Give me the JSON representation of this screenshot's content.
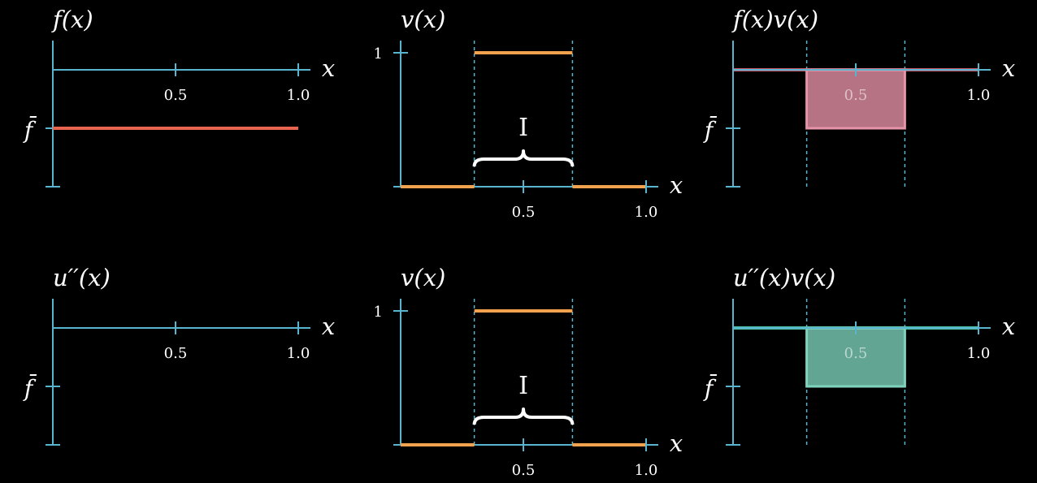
{
  "colors": {
    "background": "#000000",
    "axis": "#58b4cf",
    "f_line": "#e8644f",
    "v_line": "#f0a24f",
    "product_line_top": "#c9586a",
    "product_fill_top": "#e894a8",
    "product_line_bottom": "#4fc3a6",
    "product_fill_bottom": "#7fd3bd",
    "text": "#ffffff"
  },
  "x_axis": {
    "label": "x",
    "tick_labels": [
      "0.5",
      "1.0"
    ],
    "ticks": [
      0.5,
      1.0
    ]
  },
  "fbar_label": "f̄",
  "interval_label": "I",
  "interval": [
    0.3,
    0.7
  ],
  "panels": [
    {
      "id": "f",
      "title": "f(x)",
      "row": 0,
      "col": 0,
      "y_tick_label": "f̄",
      "series": "constant",
      "value_label": "f̄"
    },
    {
      "id": "v_top",
      "title": "v(x)",
      "row": 0,
      "col": 1,
      "y_tick_label": "1",
      "series": "indicator"
    },
    {
      "id": "fv",
      "title": "f(x)v(x)",
      "row": 0,
      "col": 2,
      "y_tick_label": "f̄",
      "series": "product"
    },
    {
      "id": "upp",
      "title": "u′′(x)",
      "row": 1,
      "col": 0,
      "y_tick_label": "f̄",
      "series": "none"
    },
    {
      "id": "v_bottom",
      "title": "v(x)",
      "row": 1,
      "col": 1,
      "y_tick_label": "1",
      "series": "indicator"
    },
    {
      "id": "uppv",
      "title": "u′′(x)v(x)",
      "row": 1,
      "col": 2,
      "y_tick_label": "f̄",
      "series": "product"
    }
  ],
  "chart_data": [
    {
      "type": "line",
      "title": "f(x)",
      "x": [
        0,
        1.0
      ],
      "y": [
        -1,
        -1
      ],
      "y_tick": "f̄",
      "xlabel": "x",
      "xticks": [
        0.5,
        1.0
      ]
    },
    {
      "type": "line",
      "title": "v(x)",
      "x": [
        0,
        0.3,
        0.3,
        0.7,
        0.7,
        1.0
      ],
      "y": [
        0,
        0,
        1,
        1,
        0,
        0
      ],
      "y_tick": "1",
      "xlabel": "x",
      "xticks": [
        0.5,
        1.0
      ],
      "annotation": "I"
    },
    {
      "type": "area",
      "title": "f(x)v(x)",
      "x": [
        0.3,
        0.7
      ],
      "y": [
        -1,
        -1
      ],
      "y_tick": "f̄",
      "xlabel": "x",
      "xticks": [
        0.5,
        1.0
      ]
    },
    {
      "type": "line",
      "title": "u''(x)",
      "x": [],
      "y": [],
      "y_tick": "f̄",
      "xlabel": "x",
      "xticks": [
        0.5,
        1.0
      ]
    },
    {
      "type": "line",
      "title": "v(x)",
      "x": [
        0,
        0.3,
        0.3,
        0.7,
        0.7,
        1.0
      ],
      "y": [
        0,
        0,
        1,
        1,
        0,
        0
      ],
      "y_tick": "1",
      "xlabel": "x",
      "xticks": [
        0.5,
        1.0
      ],
      "annotation": "I"
    },
    {
      "type": "area",
      "title": "u''(x)v(x)",
      "x": [
        0.3,
        0.7
      ],
      "y": [
        -1,
        -1
      ],
      "y_tick": "f̄",
      "xlabel": "x",
      "xticks": [
        0.5,
        1.0
      ]
    }
  ]
}
